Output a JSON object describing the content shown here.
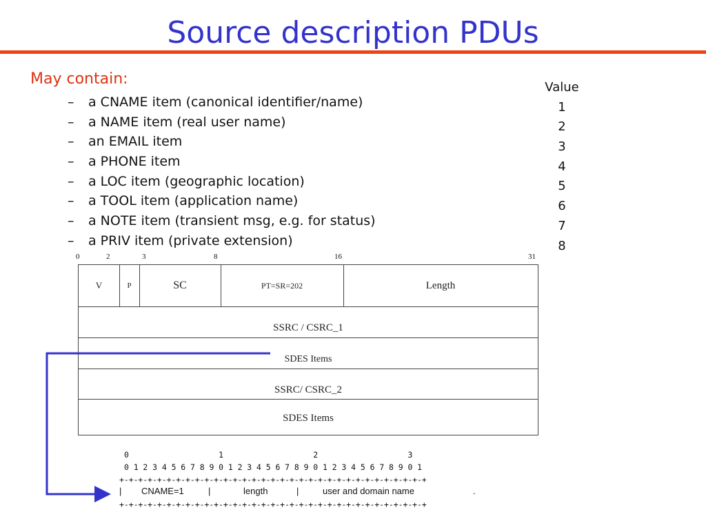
{
  "slide": {
    "title": "Source description PDUs",
    "intro": "May contain:",
    "items": [
      {
        "dash": "–",
        "text": "a CNAME item (canonical identifier/name)"
      },
      {
        "dash": "–",
        "text": "a NAME item (real user name)"
      },
      {
        "dash": "–",
        "text": "an EMAIL item"
      },
      {
        "dash": "–",
        "text": "a PHONE item"
      },
      {
        "dash": "–",
        "text": "a LOC item (geographic location)"
      },
      {
        "dash": "–",
        "text": "a TOOL item (application name)"
      },
      {
        "dash": "–",
        "text": "a NOTE item (transient msg, e.g. for status)"
      },
      {
        "dash": "–",
        "text": "a PRIV item (private extension)"
      }
    ],
    "value_header": "Value",
    "values": [
      "1",
      "2",
      "3",
      "4",
      "5",
      "6",
      "7",
      "8"
    ]
  },
  "header_diagram": {
    "bit_labels": [
      "0",
      "2",
      "3",
      "8",
      "16",
      "31"
    ],
    "fields": {
      "v": "V",
      "p": "P",
      "sc": "SC",
      "pt": "PT=SR=202",
      "length": "Length"
    },
    "rows": [
      "SSRC / CSRC_1",
      "SDES Items",
      "SSRC/ CSRC_2",
      "SDES Items"
    ]
  },
  "item_diagram": {
    "tens_row": "0                   1                   2                   3",
    "ones_row": "0 1 2 3 4 5 6 7 8 9 0 1 2 3 4 5 6 7 8 9 0 1 2 3 4 5 6 7 8 9 0 1",
    "border_row": "+-+-+-+-+-+-+-+-+-+-+-+-+-+-+-+-+-+-+-+-+-+-+-+-+-+-+-+-+-+-+-+-+",
    "bar": "|",
    "cname": "CNAME=1",
    "length": "length",
    "user": "user and domain name",
    "dot": "."
  },
  "colors": {
    "title": "#3333cc",
    "rule": "#ee4411",
    "intro": "#dd3311",
    "arrow": "#3333cc"
  }
}
